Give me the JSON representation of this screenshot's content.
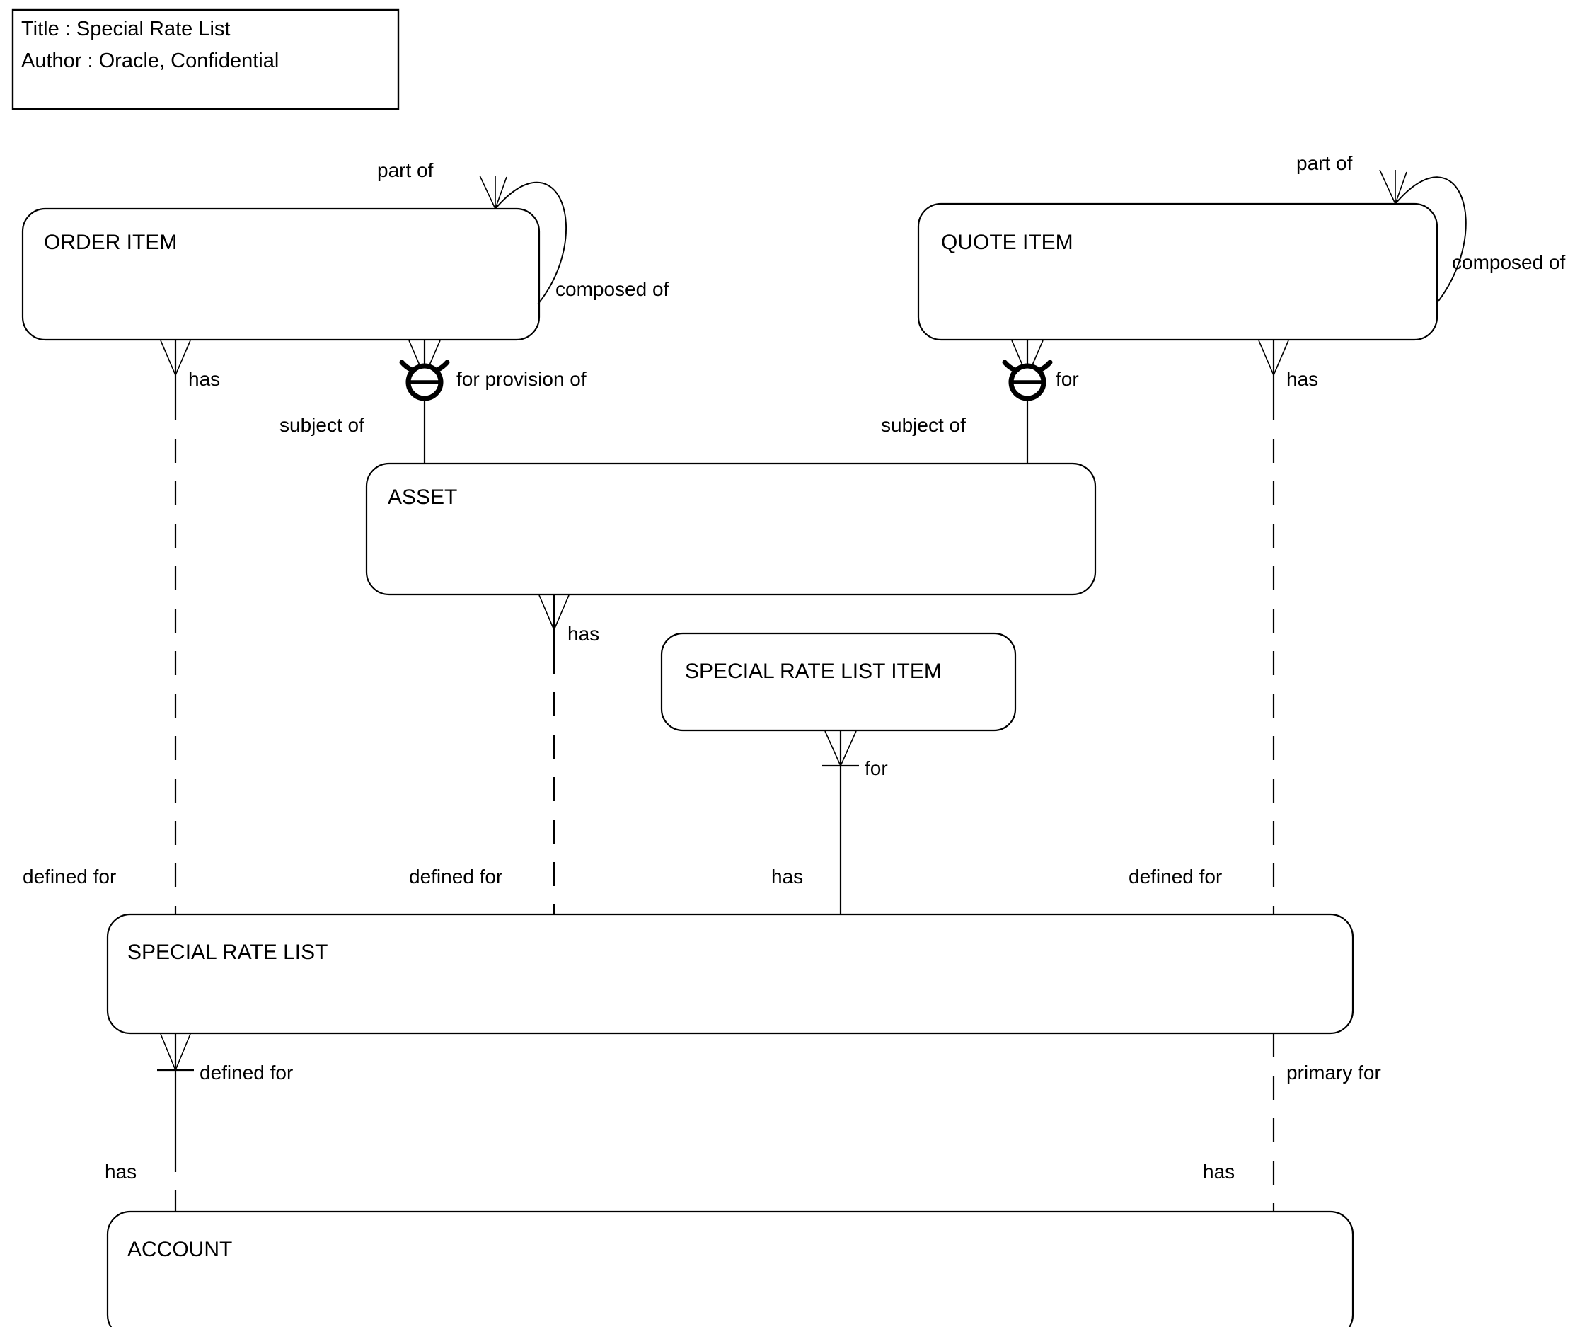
{
  "diagram": {
    "kind": "entity-relationship-diagram",
    "title_block": {
      "title_line": "Title : Special Rate List",
      "author_line": "Author : Oracle, Confidential"
    },
    "entities": [
      {
        "id": "order-item",
        "label": "ORDER ITEM"
      },
      {
        "id": "quote-item",
        "label": "QUOTE ITEM"
      },
      {
        "id": "asset",
        "label": "ASSET"
      },
      {
        "id": "special-rate-list-item",
        "label": "SPECIAL RATE LIST ITEM"
      },
      {
        "id": "special-rate-list",
        "label": "SPECIAL RATE LIST"
      },
      {
        "id": "account",
        "label": "ACCOUNT"
      }
    ],
    "relationship_labels": {
      "order_part_of": "part of",
      "order_composed_of": "composed of",
      "order_has": "has",
      "order_for_provision_of": "for provision of",
      "order_subject_of": "subject of",
      "quote_part_of": "part of",
      "quote_composed_of": "composed of",
      "quote_has": "has",
      "quote_for": "for",
      "quote_subject_of": "subject of",
      "asset_has": "has",
      "srli_for": "for",
      "srl_defined_for_left": "defined for",
      "srl_defined_for_mid": "defined for",
      "srl_has_mid": "has",
      "srl_defined_for_right": "defined for",
      "srl_defined_for_account": "defined for",
      "srl_primary_for": "primary for",
      "account_has_left": "has",
      "account_has_right": "has"
    },
    "relationships": [
      {
        "from": "ORDER ITEM",
        "to": "ORDER ITEM",
        "from_label": "part of",
        "to_label": "composed of",
        "style": "recursive-solid"
      },
      {
        "from": "ORDER ITEM",
        "to": "SPECIAL RATE LIST",
        "from_label": "has",
        "to_label": "defined for",
        "style": "dashed-optional"
      },
      {
        "from": "ORDER ITEM",
        "to": "ASSET",
        "from_label": "for provision of",
        "to_label": "subject of",
        "style": "solid-exclusive-arc"
      },
      {
        "from": "QUOTE ITEM",
        "to": "QUOTE ITEM",
        "from_label": "part of",
        "to_label": "composed of",
        "style": "recursive-solid"
      },
      {
        "from": "QUOTE ITEM",
        "to": "ASSET",
        "from_label": "for",
        "to_label": "subject of",
        "style": "solid-exclusive-arc"
      },
      {
        "from": "QUOTE ITEM",
        "to": "SPECIAL RATE LIST",
        "from_label": "has",
        "to_label": "defined for",
        "style": "dashed-optional"
      },
      {
        "from": "ASSET",
        "to": "SPECIAL RATE LIST",
        "from_label": "has",
        "to_label": "defined for",
        "style": "dashed-optional"
      },
      {
        "from": "SPECIAL RATE LIST ITEM",
        "to": "SPECIAL RATE LIST",
        "from_label": "for",
        "to_label": "has",
        "style": "solid-mandatory"
      },
      {
        "from": "SPECIAL RATE LIST",
        "to": "ACCOUNT",
        "from_label": "defined for",
        "to_label": "has",
        "style": "solid-mandatory"
      },
      {
        "from": "SPECIAL RATE LIST",
        "to": "ACCOUNT",
        "from_label": "primary for",
        "to_label": "has",
        "style": "dashed-optional"
      }
    ],
    "colors": {
      "background": "#ffffff",
      "stroke": "#000000",
      "fill": "#ffffff"
    }
  }
}
